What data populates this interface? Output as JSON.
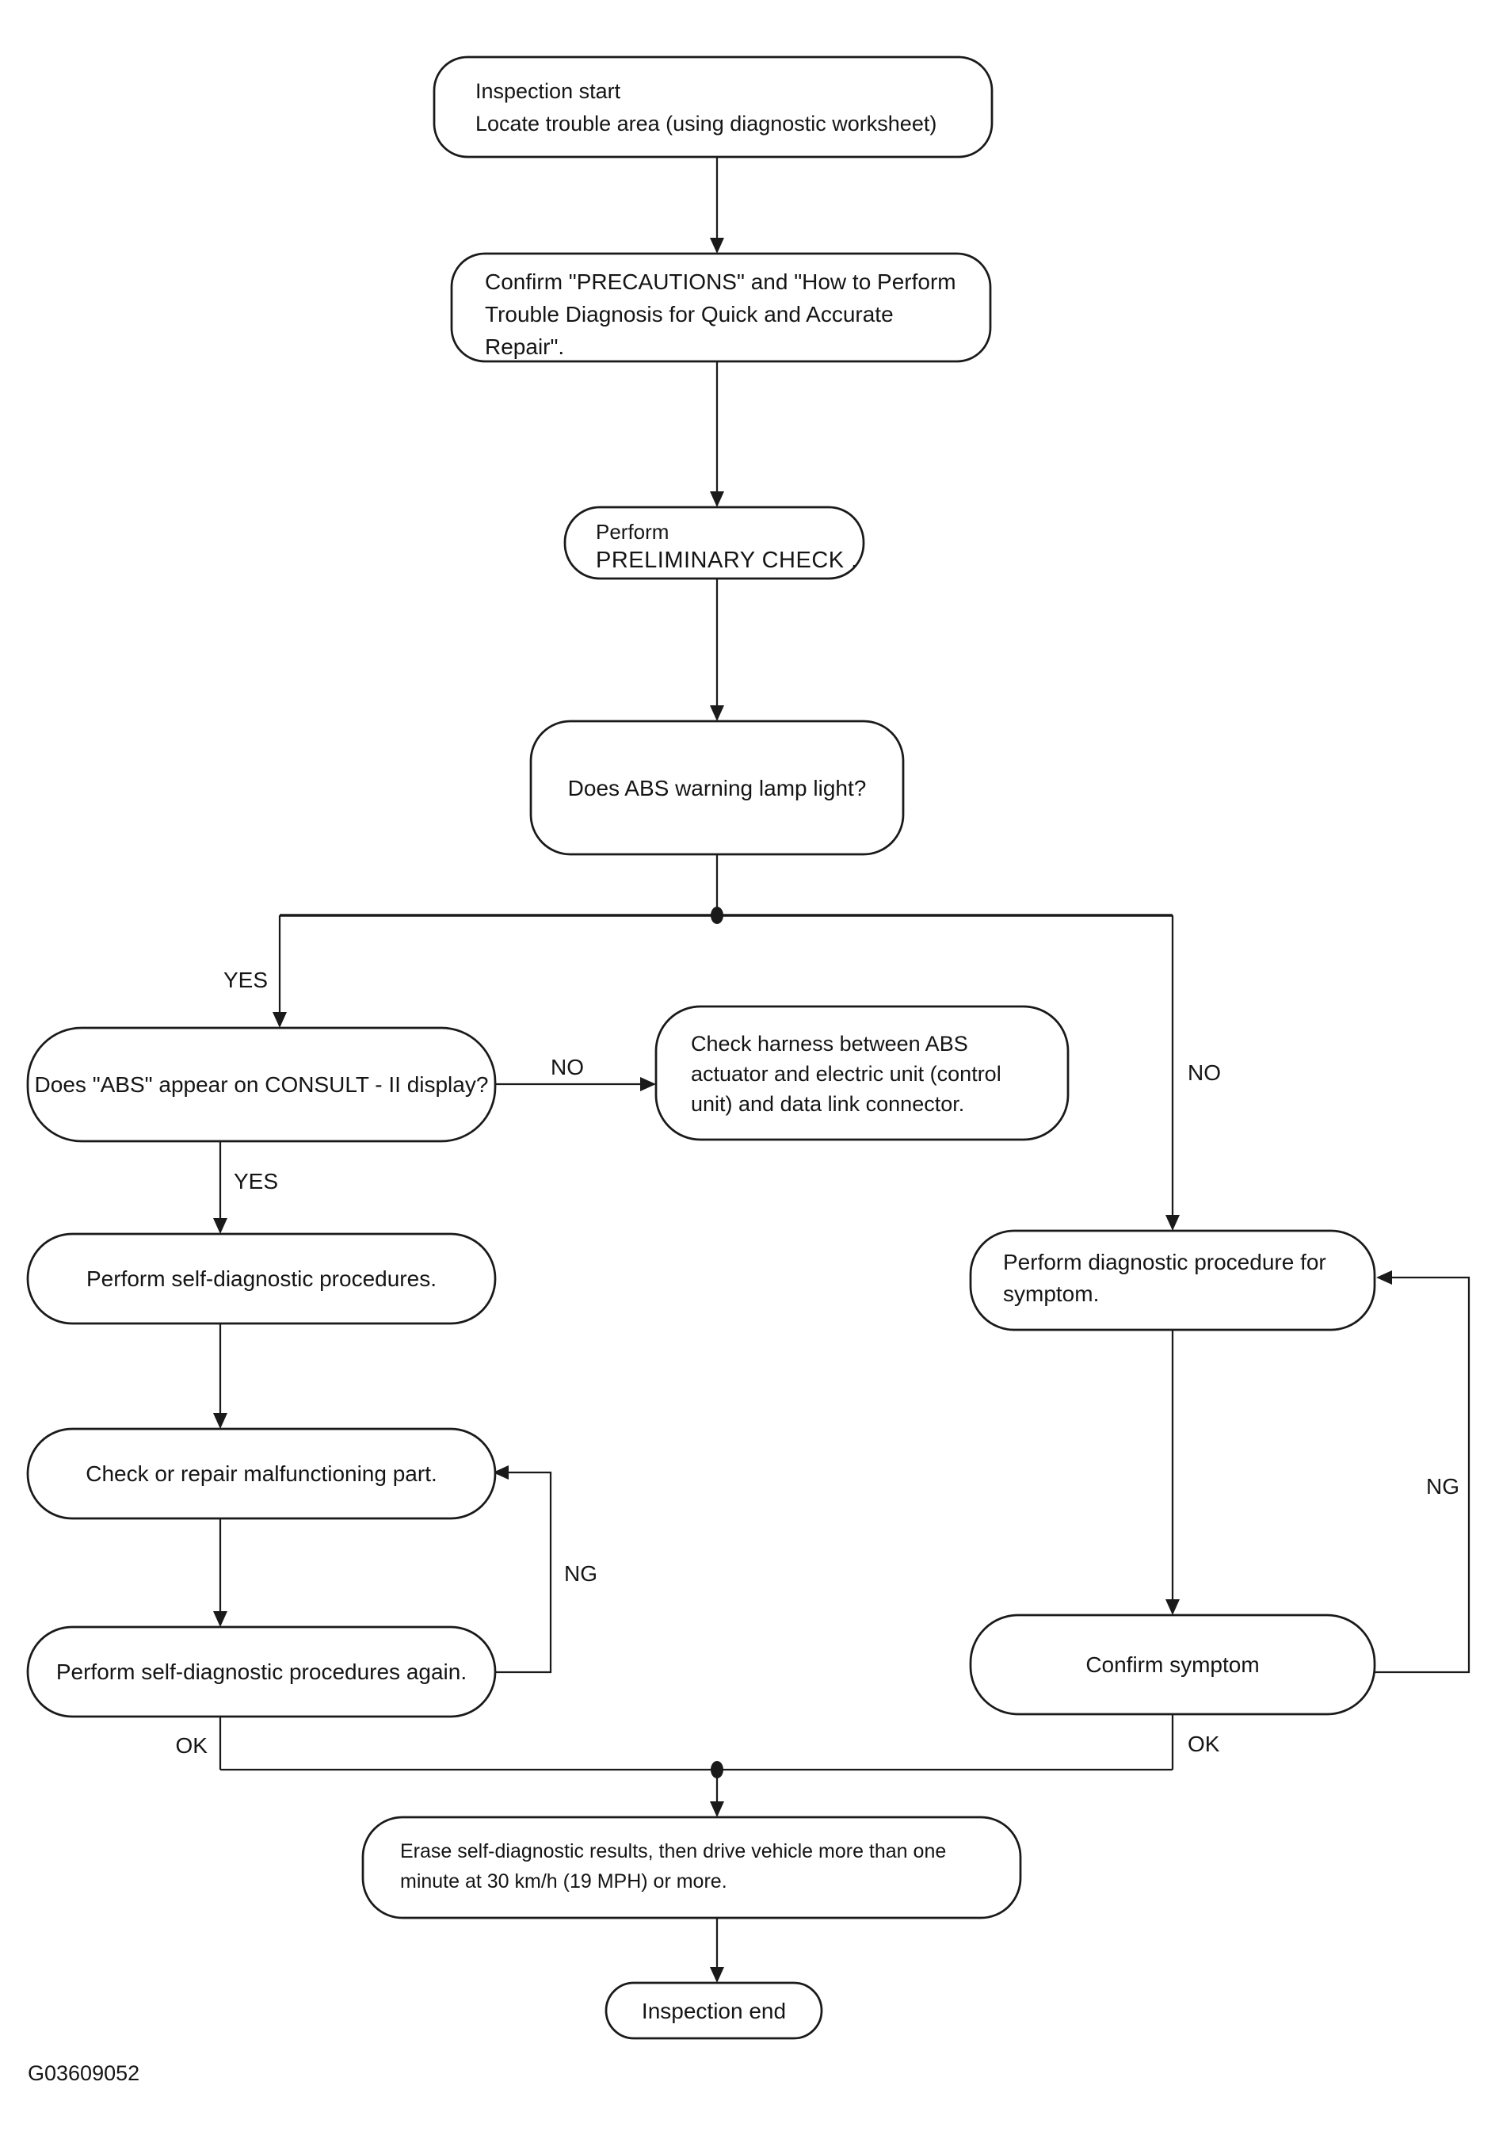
{
  "figure_code": "G03609052",
  "colors": {
    "line": "#1a1a1a",
    "background": "#ffffff",
    "text": "#151515"
  },
  "diagram": {
    "type": "flowchart",
    "title_node": "Inspection start",
    "nodes": {
      "inspection_start": {
        "lines": [
          "Inspection start",
          "Locate trouble area (using diagnostic worksheet)"
        ]
      },
      "confirm_precautions": {
        "lines": [
          "Confirm \"PRECAUTIONS\" and \"How to Perform",
          "Trouble Diagnosis for Quick and Accurate",
          "Repair\"."
        ]
      },
      "preliminary_check": {
        "lines": [
          "Perform",
          "PRELIMINARY CHECK ."
        ]
      },
      "abs_lamp": {
        "lines": [
          "Does ABS warning lamp light?"
        ]
      },
      "consult_display": {
        "lines": [
          "Does \"ABS\" appear on CONSULT - II display?"
        ]
      },
      "check_harness": {
        "lines": [
          "Check harness between ABS",
          "actuator and electric unit (control",
          "unit) and data link connector."
        ]
      },
      "self_diagnostic": {
        "lines": [
          "Perform self-diagnostic procedures."
        ]
      },
      "diag_symptom": {
        "lines": [
          "Perform diagnostic procedure for",
          "symptom."
        ]
      },
      "check_repair": {
        "lines": [
          "Check or repair malfunctioning part."
        ]
      },
      "self_diag_again": {
        "lines": [
          "Perform self-diagnostic procedures again."
        ]
      },
      "confirm_symptom": {
        "lines": [
          "Confirm symptom"
        ]
      },
      "erase_results": {
        "lines": [
          "Erase self-diagnostic results, then drive vehicle more than one",
          "minute at  30 km/h (19 MPH) or more."
        ]
      },
      "inspection_end": {
        "lines": [
          "Inspection end"
        ]
      }
    },
    "edge_labels": {
      "yes_branch": "YES",
      "yes_consult": "YES",
      "no_consult": "NO",
      "no_branch": "NO",
      "ng_left": "NG",
      "ng_right": "NG",
      "ok_left": "OK",
      "ok_right": "OK"
    }
  }
}
